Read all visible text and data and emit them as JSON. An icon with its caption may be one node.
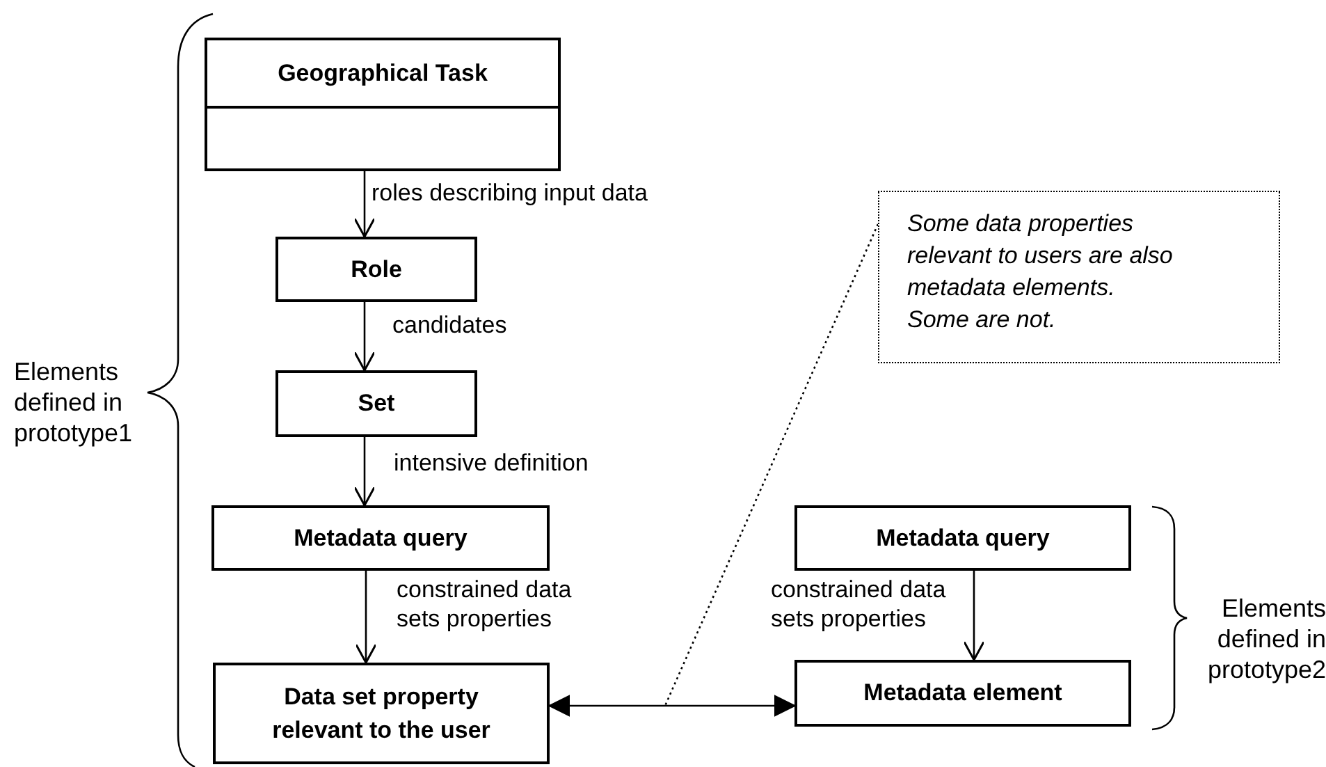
{
  "diagram": {
    "nodes": [
      {
        "text": [
          "Geographical Task"
        ]
      },
      {
        "text": [
          "Role"
        ]
      },
      {
        "text": [
          "Set"
        ]
      },
      {
        "text": [
          "Metadata query"
        ]
      },
      {
        "text": [
          "Data set property relevant to the user"
        ]
      },
      {
        "text": [
          "Some data properties relevant to users are also metadata elements.",
          "Some are not."
        ]
      },
      {
        "text": [
          "Metadata query"
        ]
      },
      {
        "text": [
          "Metadata element"
        ]
      }
    ],
    "edges": [
      {
        "from": 0,
        "to": 1,
        "arrow": "to",
        "label": "roles describing input data"
      },
      {
        "from": 1,
        "to": 2,
        "arrow": "to",
        "label": "candidates"
      },
      {
        "from": 2,
        "to": 3,
        "arrow": "to",
        "label": "intensive definition"
      },
      {
        "from": 3,
        "to": 4,
        "arrow": "to",
        "label": "constrained data sets properties"
      },
      {
        "from": 6,
        "to": 7,
        "arrow": "to",
        "label": "constrained data sets properties"
      },
      {
        "from": 4,
        "to": 7,
        "arrow": "both"
      },
      {
        "from": 5,
        "to": null,
        "arrow": "none",
        "style": "dashed"
      }
    ],
    "labels": [
      "Elements defined in prototype1",
      "Elements defined in prototype2"
    ]
  }
}
